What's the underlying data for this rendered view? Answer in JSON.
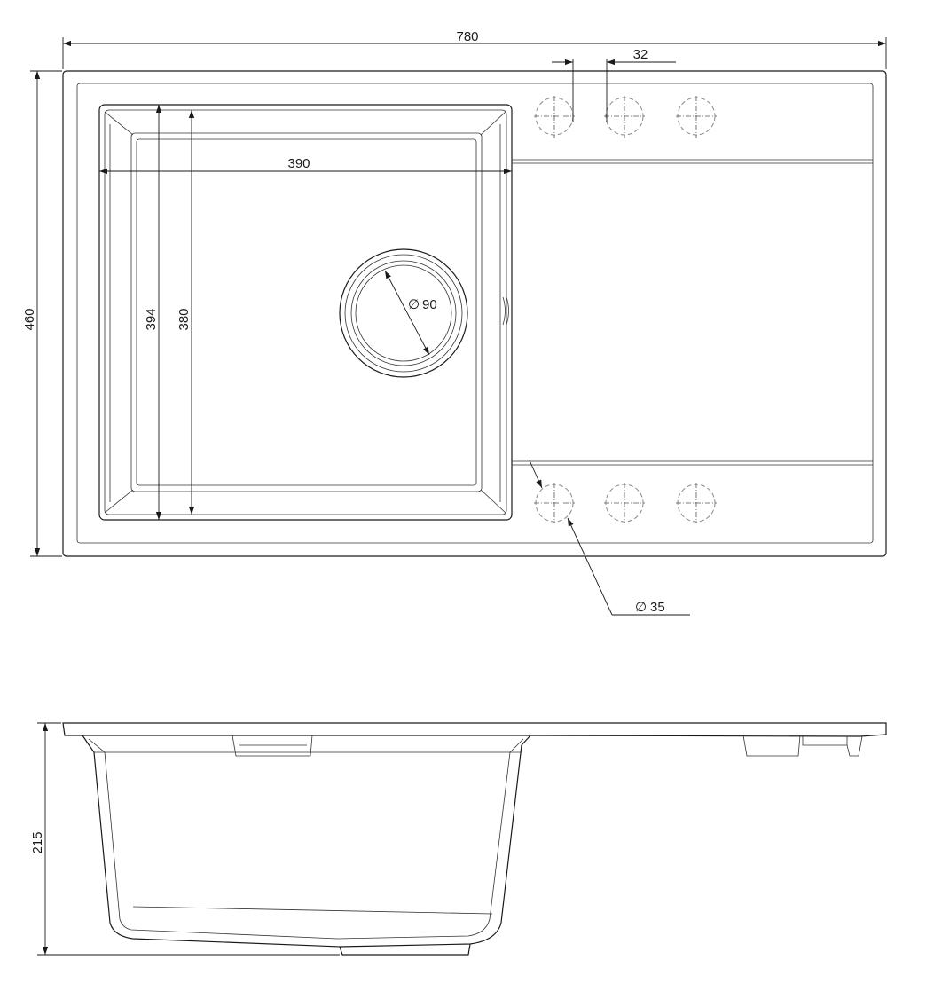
{
  "dimensions": {
    "overall_width": "780",
    "tap_hole_spacing": "32",
    "bowl_width": "390",
    "overall_depth": "460",
    "bowl_outer_length": "394",
    "bowl_inner_length": "380",
    "drain_diameter": "90",
    "tap_hole_diameter": "35",
    "sink_height": "215"
  },
  "symbols": {
    "diameter": "∅"
  },
  "colors": {
    "line": "#1a1a1a",
    "dashed": "#888888",
    "background": "#ffffff"
  }
}
